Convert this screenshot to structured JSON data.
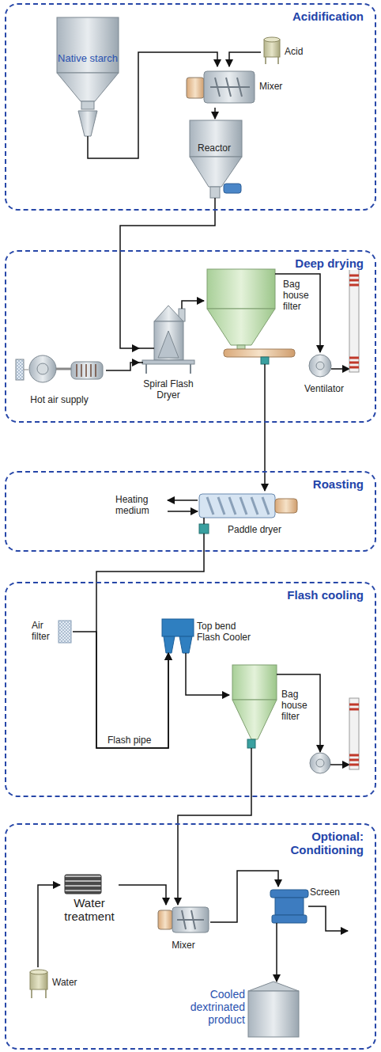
{
  "diagram": {
    "nodes": [
      {
        "text": [
          "Acidification"
        ]
      },
      {
        "text": [
          "Native starch"
        ],
        "in": 0
      },
      {
        "text": [
          "Acid"
        ],
        "in": 0
      },
      {
        "text": [
          "Mixer"
        ],
        "in": 0
      },
      {
        "text": [
          "Reactor"
        ],
        "in": 0
      },
      {
        "text": [
          "Deep drying"
        ]
      },
      {
        "text": [
          "Hot air supply"
        ],
        "in": 5
      },
      {
        "text": [
          "Spiral Flash Dryer"
        ],
        "in": 5
      },
      {
        "text": [
          "Bag house filter"
        ],
        "in": 5
      },
      {
        "text": [
          "Ventilator"
        ],
        "in": 5
      },
      {
        "text": [
          "Roasting"
        ]
      },
      {
        "text": [
          "Paddle dryer"
        ],
        "in": 10
      },
      {
        "text": [
          "Flash cooling"
        ]
      },
      {
        "text": [
          "Air filter"
        ],
        "in": 12
      },
      {
        "text": [
          "Top bend Flash Cooler"
        ],
        "in": 12
      },
      {
        "text": [
          "Bag house filter"
        ],
        "in": 12
      },
      {
        "text": [
          "Optional: Conditioning"
        ]
      },
      {
        "text": [
          "Water treatment"
        ],
        "in": 16
      },
      {
        "text": [
          "Water"
        ],
        "in": 16
      },
      {
        "text": [
          "Mixer"
        ],
        "in": 16
      },
      {
        "text": [
          "Screen"
        ],
        "in": 16
      },
      {
        "text": [
          "Cooled dextrinated product"
        ],
        "in": 16
      }
    ],
    "edges": [
      {
        "from": 1,
        "to": 3,
        "arrow": "to"
      },
      {
        "from": 2,
        "to": 3,
        "arrow": "to"
      },
      {
        "from": 3,
        "to": 4,
        "arrow": "to"
      },
      {
        "from": 4,
        "to": 7,
        "arrow": "to"
      },
      {
        "from": 6,
        "to": 7,
        "arrow": "to"
      },
      {
        "from": 7,
        "to": 8,
        "arrow": "to"
      },
      {
        "from": 8,
        "to": 9,
        "arrow": "to"
      },
      {
        "from": 8,
        "to": 11,
        "arrow": "to"
      },
      {
        "from": 11,
        "to": 14,
        "arrow": "to"
      },
      {
        "from": 13,
        "to": 14,
        "arrow": "to"
      },
      {
        "from": 14,
        "to": 15,
        "arrow": "to"
      },
      {
        "from": 15,
        "to": 19,
        "arrow": "to"
      },
      {
        "from": 18,
        "to": 17,
        "arrow": "to"
      },
      {
        "from": 17,
        "to": 19,
        "arrow": "to"
      },
      {
        "from": 19,
        "to": 20,
        "arrow": "to"
      },
      {
        "from": 20,
        "to": 21,
        "arrow": "to"
      }
    ],
    "labels": [
      "Heating medium",
      "Flash pipe"
    ]
  }
}
